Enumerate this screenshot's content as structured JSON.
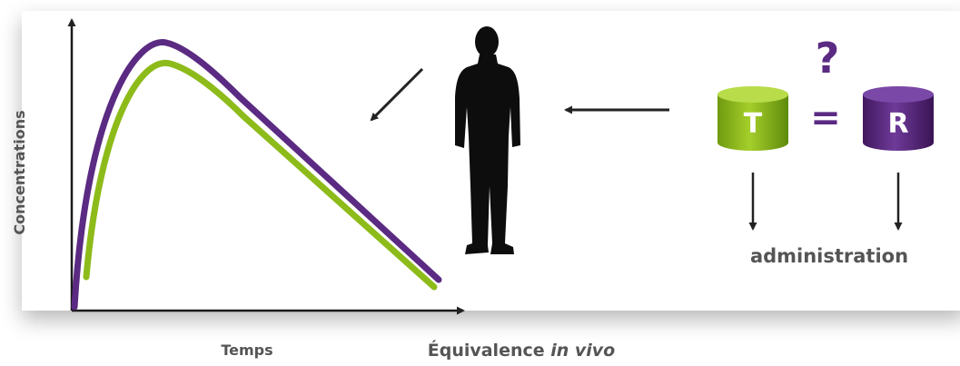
{
  "labels": {
    "y_axis": "Concentrations",
    "x_axis": "Temps",
    "caption_main": "Équivalence ",
    "caption_italic": "in vivo",
    "administration": "administration",
    "question_mark": "?",
    "equals": "=",
    "test_letter": "T",
    "reference_letter": "R"
  },
  "colors": {
    "test": "#8dbb1a",
    "reference": "#5b2a82",
    "arrow": "#222222",
    "silhouette": "#0d0d0d",
    "text": "#555555"
  },
  "icons": {
    "person": "person-silhouette-icon",
    "test_product": "cylinder-icon",
    "reference_product": "cylinder-icon"
  }
}
